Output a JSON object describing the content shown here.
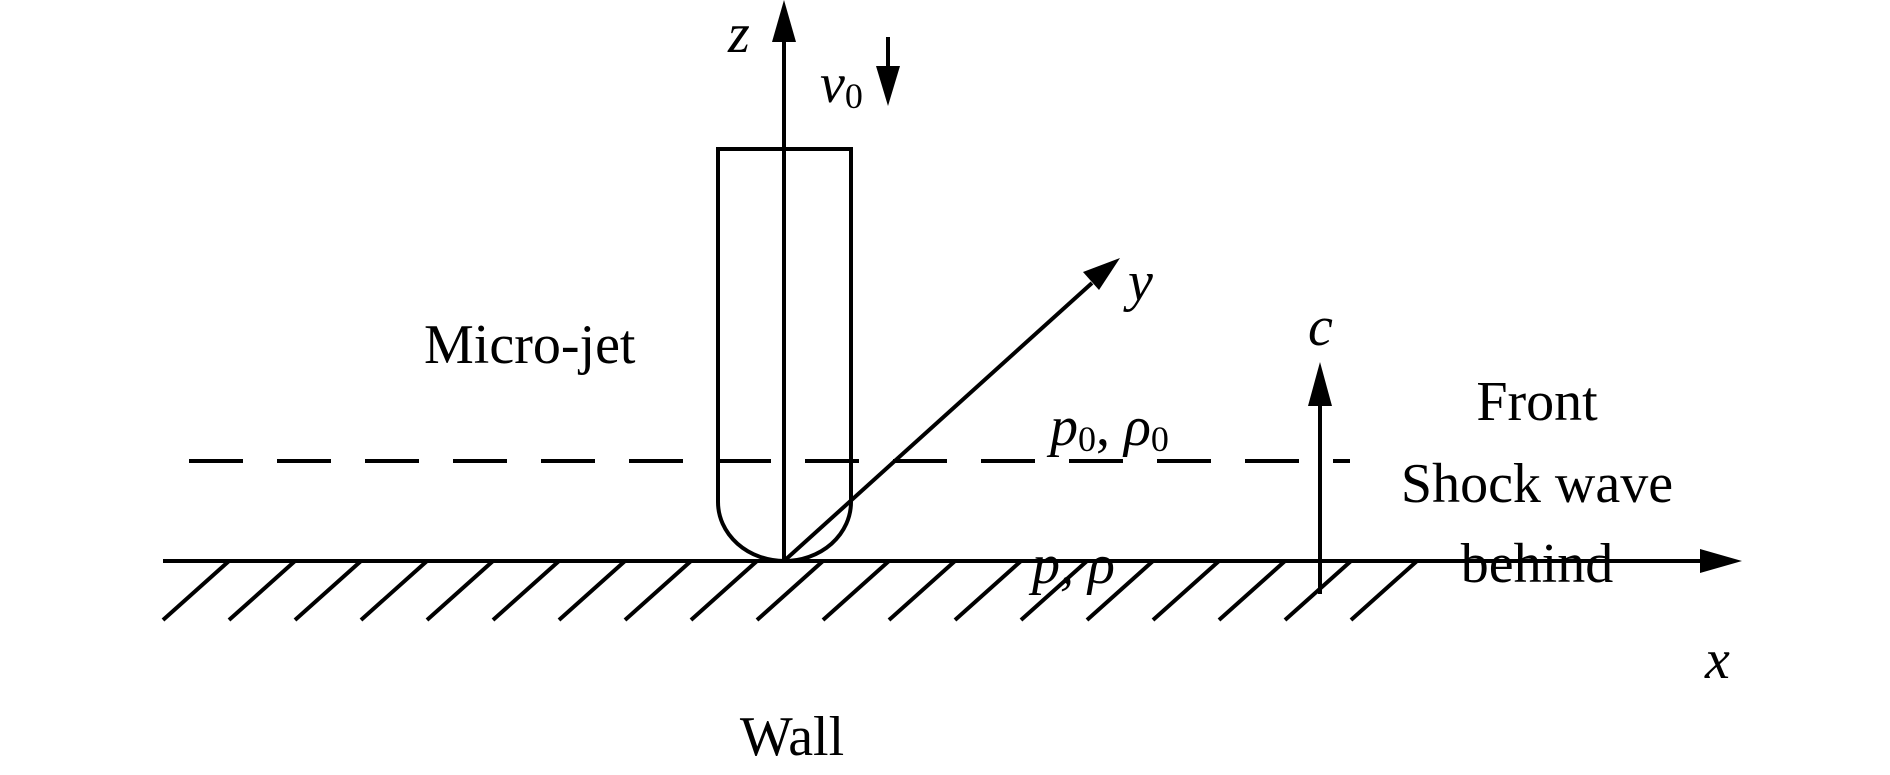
{
  "labels": {
    "z_axis": "z",
    "y_axis": "y",
    "x_axis": "x",
    "velocity": "v",
    "velocity_sub": "0",
    "micro_jet": "Micro-jet",
    "ambient_p": "p",
    "ambient_sub1": "0",
    "ambient_sep": ", ",
    "ambient_rho": "ρ",
    "ambient_sub2": "0",
    "shocked": "p, ρ",
    "wave_speed": "c",
    "front": "Front",
    "shock_wave": "Shock wave",
    "behind": "behind",
    "wall": "Wall"
  },
  "colors": {
    "stroke": "#000000",
    "background": "#ffffff"
  }
}
